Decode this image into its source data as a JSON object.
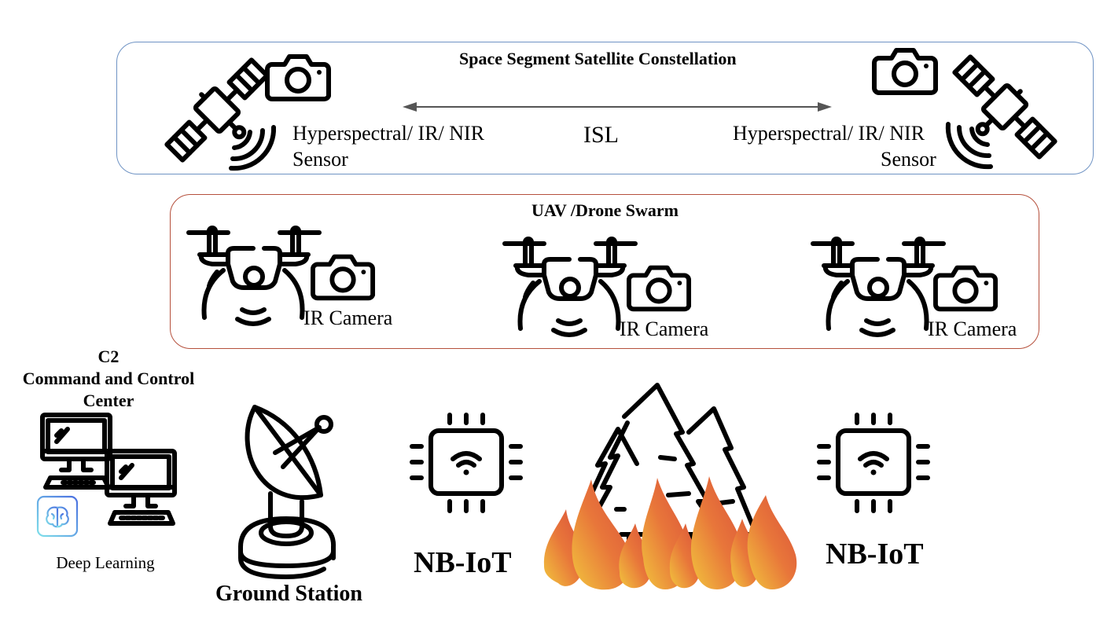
{
  "space_segment": {
    "title": "Space Segment Satellite Constellation",
    "link_label": "ISL",
    "left_sensor": {
      "line1": "Hyperspectral/ IR/ NIR",
      "line2": "Sensor"
    },
    "right_sensor": {
      "line1": "Hyperspectral/ IR/ NIR",
      "line2": "Sensor"
    },
    "border_color": "#6f93c4",
    "icons": [
      "satellite-icon",
      "camera-icon",
      "signal-waves-icon"
    ]
  },
  "uav_segment": {
    "title": "UAV /Drone Swarm",
    "drones": [
      {
        "camera_label": "IR Camera"
      },
      {
        "camera_label": "IR Camera"
      },
      {
        "camera_label": "IR Camera"
      }
    ],
    "border_color": "#b5503c",
    "icons": [
      "drone-icon",
      "camera-icon"
    ]
  },
  "ground": {
    "c2": {
      "line1": "C2",
      "line2": "Command and Control",
      "line3": "Center",
      "ai_label": "Deep Learning"
    },
    "ground_station": {
      "label": "Ground Station"
    },
    "iot_nodes": [
      {
        "label": "NB-IoT"
      },
      {
        "label": "NB-IoT"
      }
    ],
    "fire": {
      "icon": "forest-fire-icon",
      "flame_colors": [
        "#f2c53d",
        "#e8763a",
        "#d9503a"
      ]
    }
  }
}
